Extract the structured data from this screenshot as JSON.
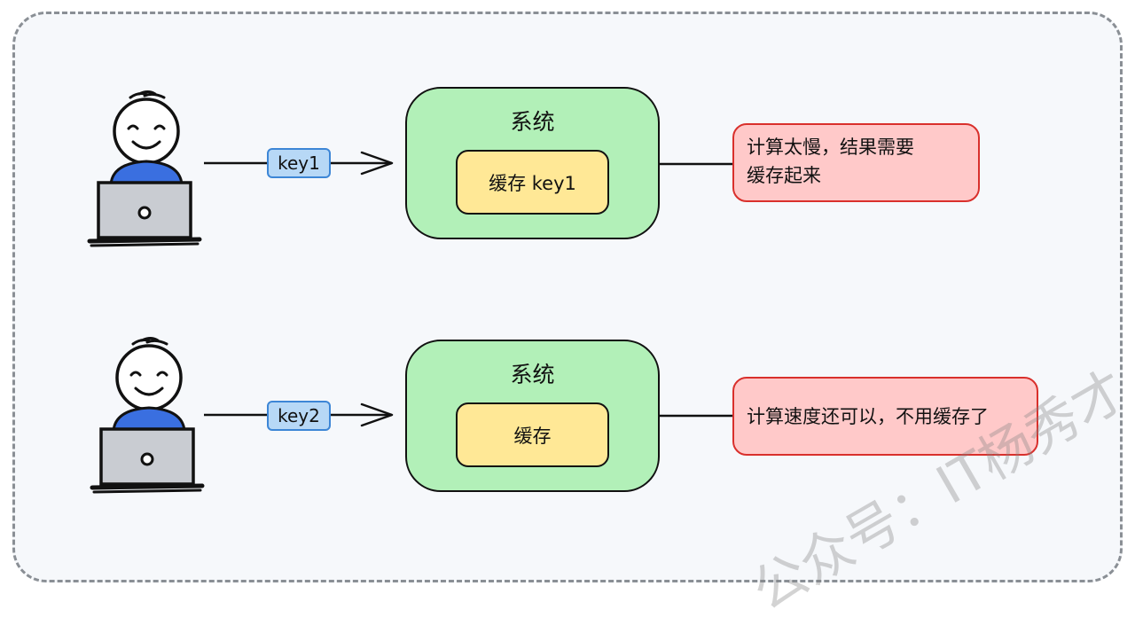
{
  "rows": [
    {
      "key_label": "key1",
      "system_title": "系统",
      "cache_label": "缓存 key1",
      "note_lines": [
        "计算太慢，结果需要",
        "缓存起来"
      ]
    },
    {
      "key_label": "key2",
      "system_title": "系统",
      "cache_label": "缓存",
      "note_lines": [
        "计算速度还可以，不用缓存了"
      ]
    }
  ],
  "watermark": "公众号：IT杨秀才",
  "colors": {
    "system_fill": "#b2f0b8",
    "cache_fill": "#ffe896",
    "note_fill": "#ffc9c9",
    "note_border": "#d9302c",
    "key_fill": "#b7d8f6",
    "key_border": "#3d86d6",
    "user_shirt": "#3a6fe0",
    "laptop_fill": "#c9ccd2"
  }
}
